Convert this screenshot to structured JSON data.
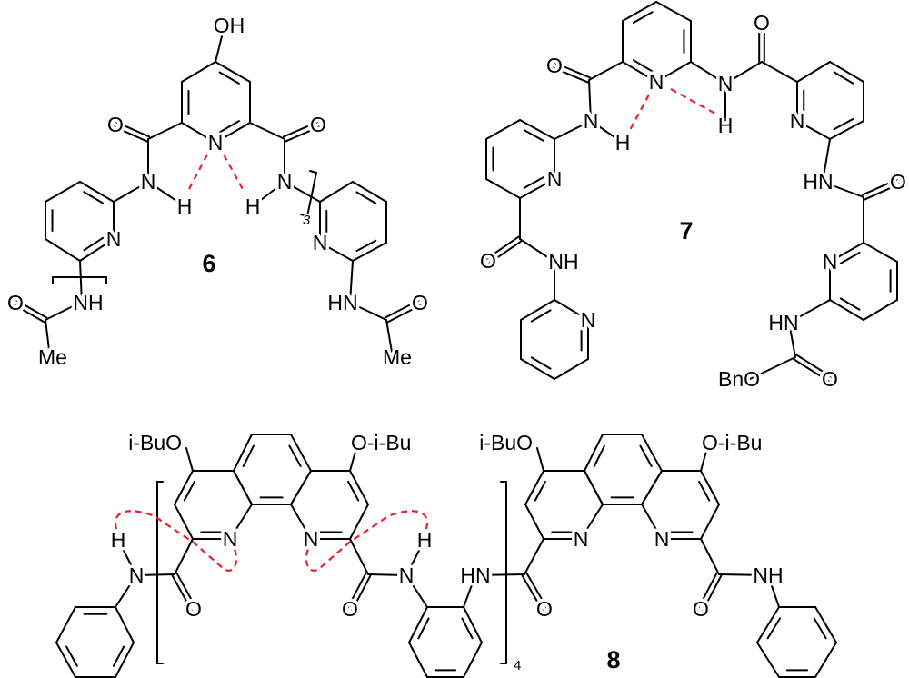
{
  "compound_6": {
    "number": "6",
    "labels": [
      "OH",
      "O",
      "N",
      "N",
      "H",
      "O",
      "N",
      "H",
      "N",
      "NH",
      "O",
      "Me",
      "N",
      "HN",
      "O",
      "Me",
      "3"
    ]
  },
  "compound_7": {
    "number": "7",
    "labels": [
      "O",
      "N",
      "N",
      "H",
      "N",
      "O",
      "NH",
      "N",
      "N",
      "H",
      "O",
      "N",
      "HN",
      "O",
      "N",
      "HN",
      "O",
      "BnO"
    ]
  },
  "compound_8": {
    "number": "8",
    "labels": [
      "i-BuO",
      "O-i-Bu",
      "N",
      "N",
      "H",
      "N",
      "O",
      "O",
      "N",
      "H",
      "HN",
      "4",
      "i-BuO",
      "O-i-Bu",
      "N",
      "N",
      "O",
      "O",
      "NH"
    ]
  },
  "colors": {
    "bond": "#000000",
    "hydrogen_bond": "#e8222a"
  }
}
